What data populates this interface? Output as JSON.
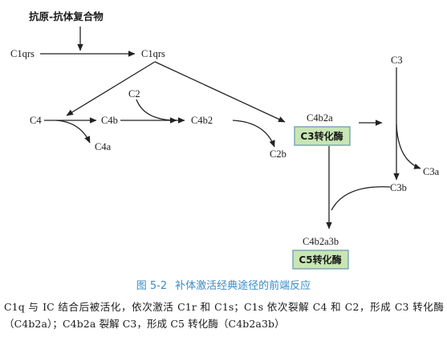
{
  "diagram": {
    "nodes": {
      "antigen_antibody": "抗原-抗体复合物",
      "c1qrs_inactive": "C1qrs",
      "c1qrs_active": "C1qrs",
      "c2": "C2",
      "c4": "C4",
      "c4b": "C4b",
      "c4a": "C4a",
      "c4b2": "C4b2",
      "c2b": "C2b",
      "c4b2a": "C4b2a",
      "c3": "C3",
      "c3a": "C3a",
      "c3b": "C3b",
      "c4b2a3b": "C4b2a3b"
    },
    "boxes": {
      "c3_convertase": "C3转化酶",
      "c5_convertase": "C5转化酶"
    },
    "colors": {
      "box_fill": "#c8e6b4",
      "box_border": "#6e9bb0",
      "caption": "#3a8bc6"
    }
  },
  "caption": {
    "number": "图 5-2",
    "title": "补体激活经典途径的前端反应"
  },
  "description": "C1q 与 IC 结合后被活化，依次激活 C1r 和 C1s；C1s 依次裂解 C4 和 C2，形成 C3 转化酶（C4b2a）；C4b2a 裂解 C3，形成 C5 转化酶（C4b2a3b）"
}
